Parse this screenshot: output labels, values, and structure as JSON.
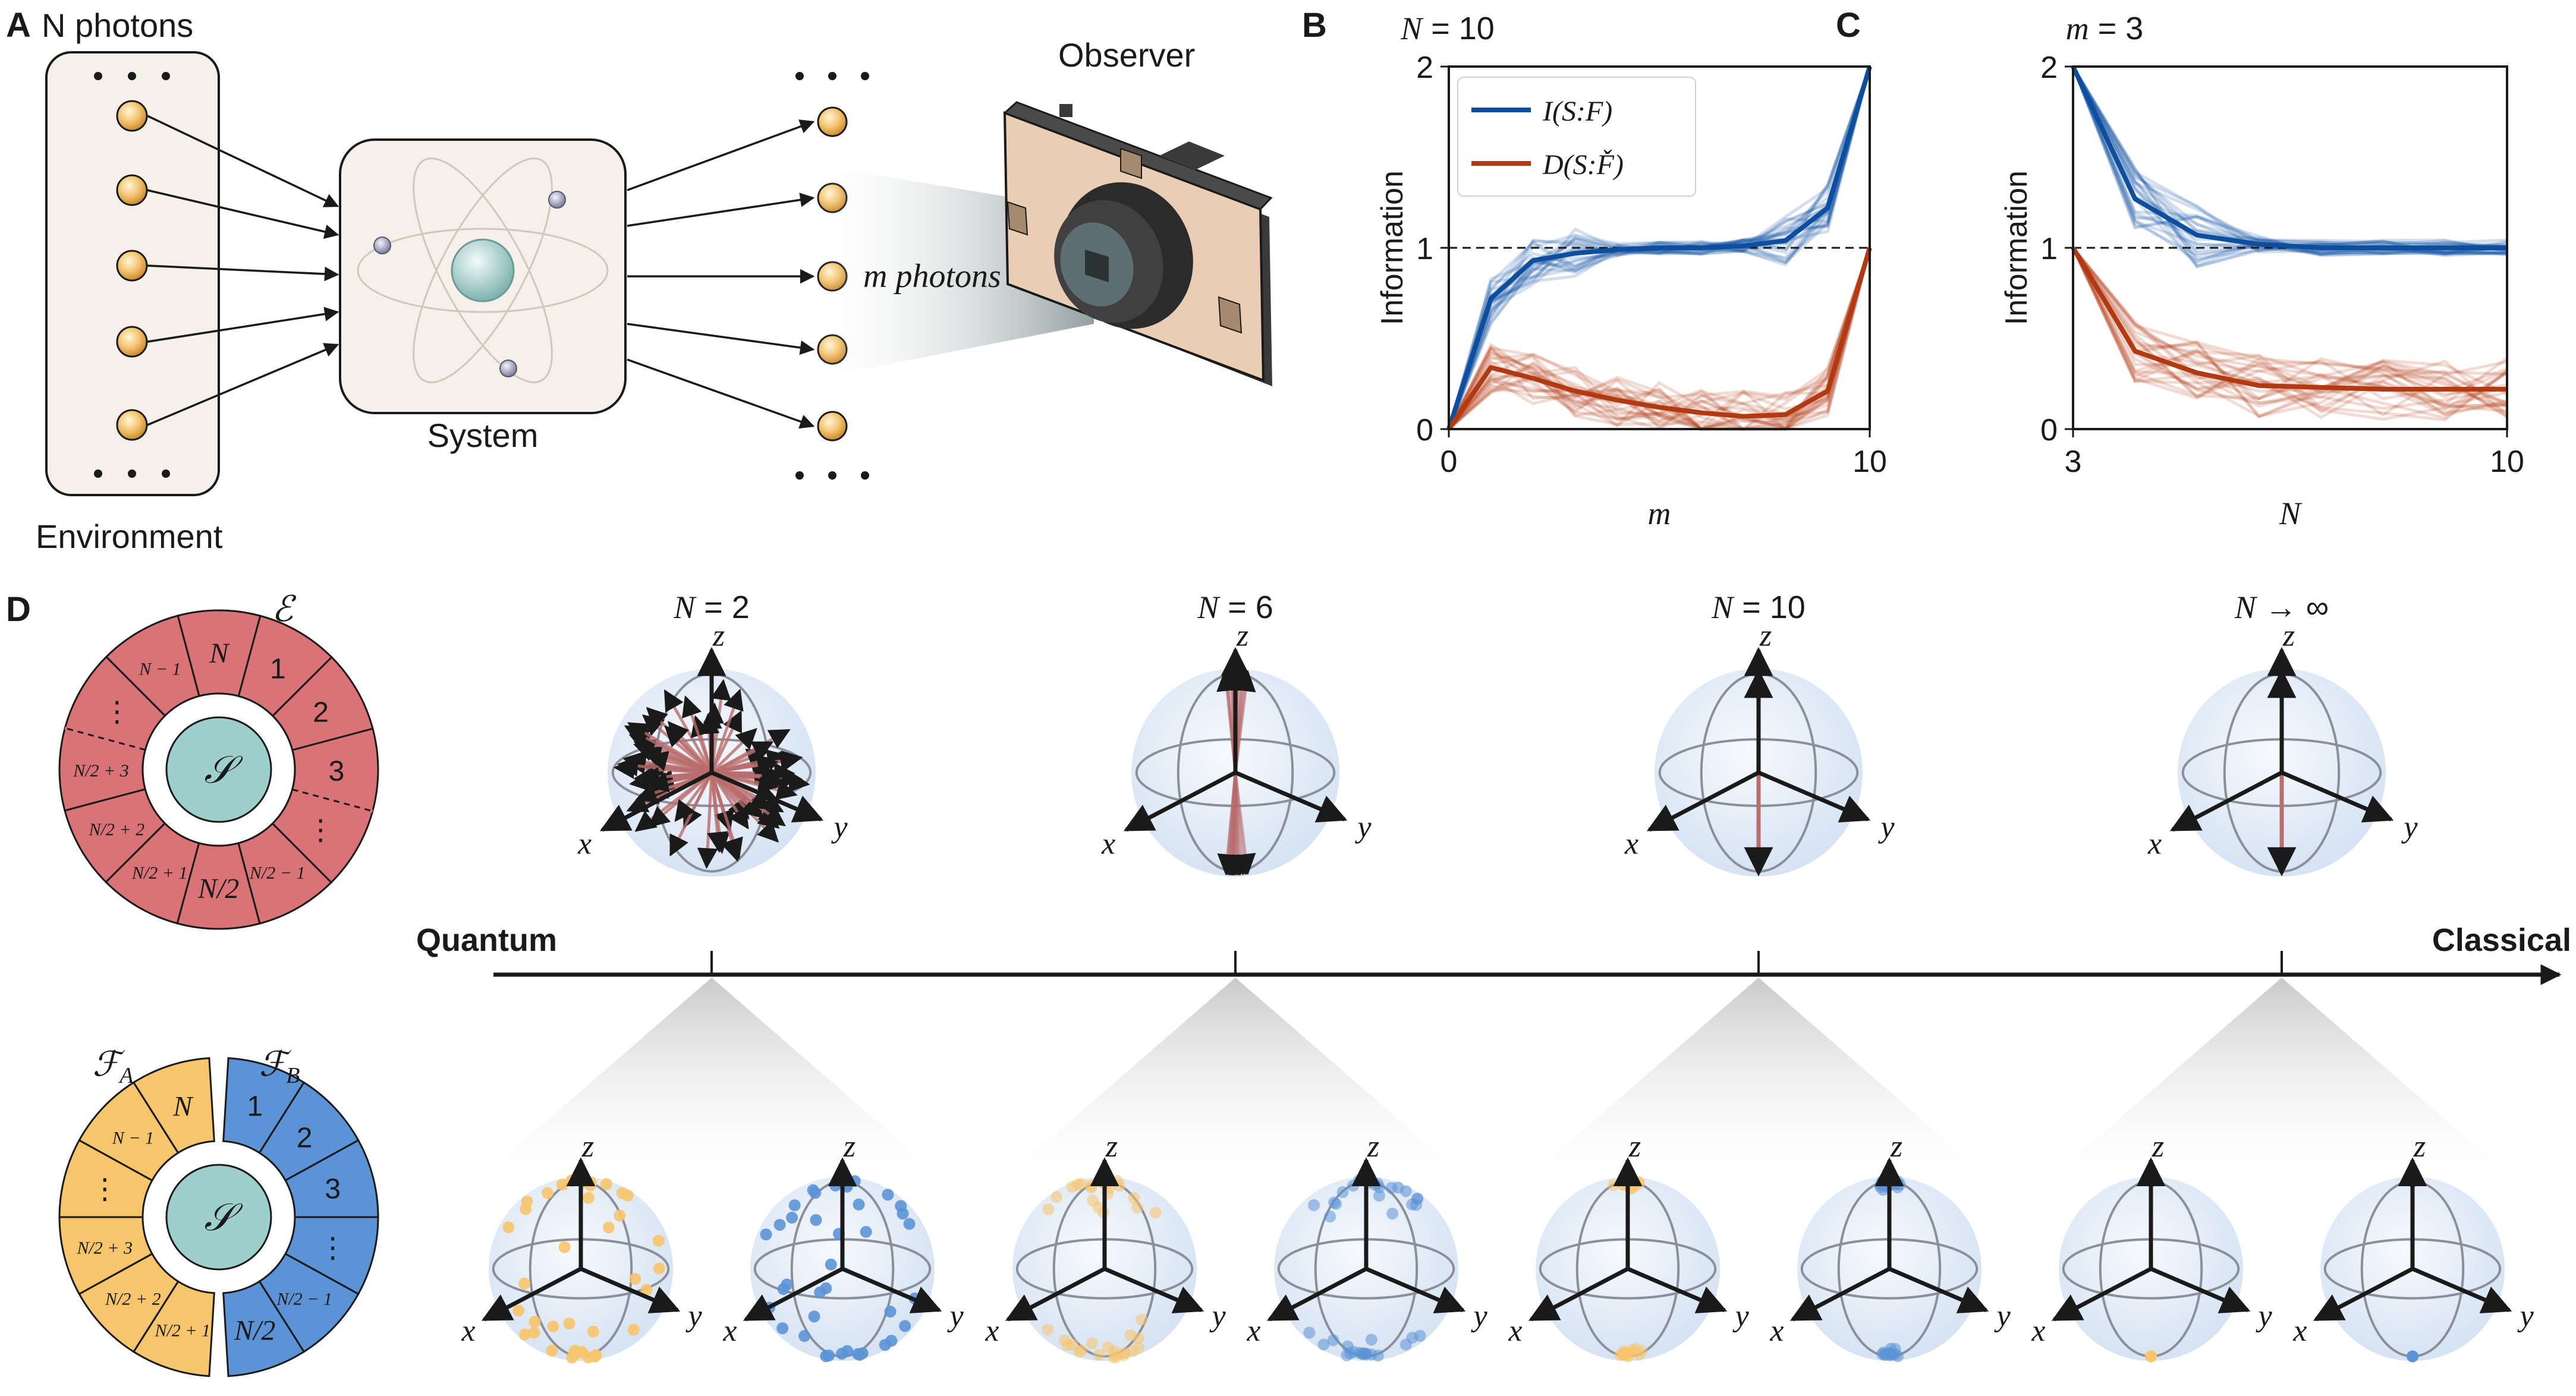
{
  "panel_labels": {
    "a": "A",
    "b": "B",
    "c": "C",
    "d": "D"
  },
  "panel_a": {
    "env_title": "N photons",
    "env_label": "Environment",
    "system_label": "System",
    "m_photons": "m photons",
    "observer": "Observer"
  },
  "chart_data": [
    {
      "type": "line",
      "title": "N = 10",
      "xlabel": "m",
      "ylabel": "Information",
      "xlim": [
        0,
        10
      ],
      "ylim": [
        0,
        2
      ],
      "xticks": [
        "0",
        "10"
      ],
      "yticks": [
        "0",
        "1",
        "2"
      ],
      "reference_line": {
        "y": 1,
        "style": "dashed"
      },
      "legend": {
        "placement": "top-left"
      },
      "series": [
        {
          "name": "I(S:F)",
          "color": "#0d4f9e",
          "x": [
            0,
            1,
            2,
            3,
            4,
            5,
            6,
            7,
            8,
            9,
            10
          ],
          "values": [
            0,
            0.72,
            0.93,
            0.97,
            0.99,
            1.0,
            1.0,
            1.01,
            1.04,
            1.22,
            2.0
          ]
        },
        {
          "name": "D(S:F̌)",
          "color": "#b23a12",
          "x": [
            0,
            1,
            2,
            3,
            4,
            5,
            6,
            7,
            8,
            9,
            10
          ],
          "values": [
            0,
            0.34,
            0.28,
            0.21,
            0.16,
            0.12,
            0.09,
            0.07,
            0.08,
            0.21,
            1.0
          ]
        }
      ]
    },
    {
      "type": "line",
      "title": "m = 3",
      "xlabel": "N",
      "ylabel": "Information",
      "xlim": [
        3,
        10
      ],
      "ylim": [
        0,
        2
      ],
      "xticks": [
        "3",
        "10"
      ],
      "yticks": [
        "0",
        "1",
        "2"
      ],
      "reference_line": {
        "y": 1,
        "style": "dashed"
      },
      "series": [
        {
          "color": "#0d4f9e",
          "x": [
            3,
            4,
            5,
            6,
            7,
            8,
            9,
            10
          ],
          "values": [
            2.0,
            1.27,
            1.07,
            1.02,
            1.0,
            1.0,
            1.0,
            1.0
          ]
        },
        {
          "color": "#b23a12",
          "x": [
            3,
            4,
            5,
            6,
            7,
            8,
            9,
            10
          ],
          "values": [
            1.0,
            0.43,
            0.31,
            0.24,
            0.23,
            0.22,
            0.22,
            0.22
          ]
        }
      ]
    }
  ],
  "panel_d": {
    "ring_e_symbol": "ℰ",
    "system_symbol": "𝒮",
    "fa_symbol": "ℱ",
    "fa_sub": "A",
    "fb_symbol": "ℱ",
    "fb_sub": "B",
    "ring_e_segments": [
      "N",
      "1",
      "2",
      "3",
      "⋮",
      "N/2 − 1",
      "N/2",
      "N/2 + 1",
      "N/2 + 2",
      "N/2 + 3",
      "⋮",
      "N − 1"
    ],
    "fa_segments": [
      "N",
      "N − 1",
      "⋮",
      "N/2 + 3",
      "N/2 + 2",
      "N/2 + 1"
    ],
    "fb_segments": [
      "1",
      "2",
      "3",
      "⋮",
      "N/2 − 1",
      "N/2"
    ],
    "quantum": "Quantum",
    "classical": "Classical",
    "columns": [
      {
        "title_var": "N",
        "title_rest": " = 2"
      },
      {
        "title_var": "N",
        "title_rest": " = 6"
      },
      {
        "title_var": "N",
        "title_rest": " = 10"
      },
      {
        "title_var": "N",
        "title_rest": " → ∞"
      }
    ],
    "axis_labels": {
      "x": "x",
      "y": "y",
      "z": "z"
    },
    "colors": {
      "ring": "#d97378",
      "fa": "#f7c56b",
      "fb": "#5c93d6",
      "system": "#9dcfcc",
      "arrow": "#b96d6d"
    }
  }
}
